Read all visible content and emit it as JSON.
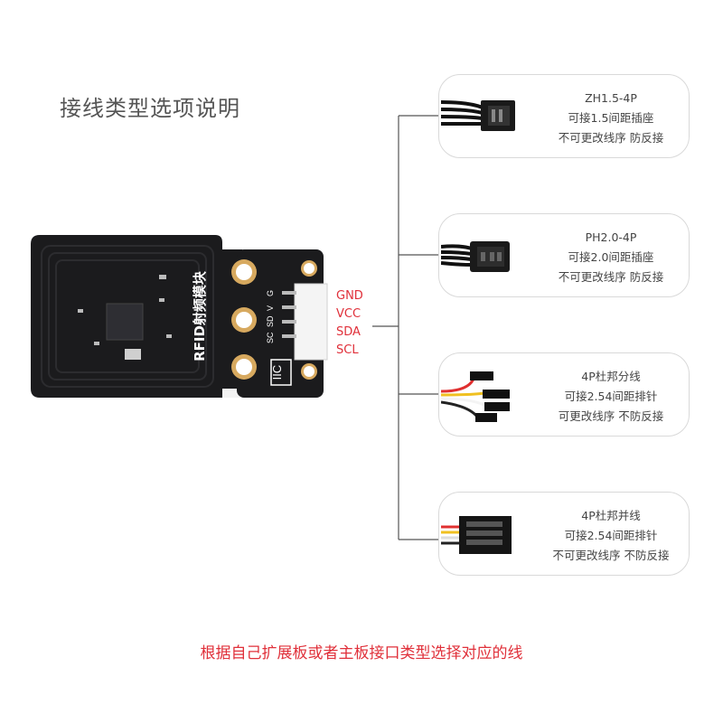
{
  "title": "接线类型选项说明",
  "bottom_note": "根据自己扩展板或者主板接口类型选择对应的线",
  "board": {
    "name_text": "RFID射频模块",
    "iic_text": "IIC",
    "header_letters": [
      "G",
      "V",
      "SD",
      "SC"
    ],
    "colors": {
      "pcb": "#1b1b1d",
      "silk": "#ffffff",
      "pad": "#d7a95f",
      "accent": "#e0303a"
    }
  },
  "pins": [
    "GND",
    "VCC",
    "SDA",
    "SCL"
  ],
  "cables": [
    {
      "icon": "zh-connector-icon",
      "lines": [
        "ZH1.5-4P",
        "可接1.5间距插座",
        "不可更改线序  防反接"
      ]
    },
    {
      "icon": "ph-connector-icon",
      "lines": [
        "PH2.0-4P",
        "可接2.0间距插座",
        "不可更改线序  防反接"
      ]
    },
    {
      "icon": "dupont-split-icon",
      "lines": [
        "4P杜邦分线",
        "可接2.54间距排针",
        "可更改线序  不防反接"
      ]
    },
    {
      "icon": "dupont-parallel-icon",
      "lines": [
        "4P杜邦并线",
        "可接2.54间距排针",
        "不可更改线序  不防反接"
      ]
    }
  ]
}
